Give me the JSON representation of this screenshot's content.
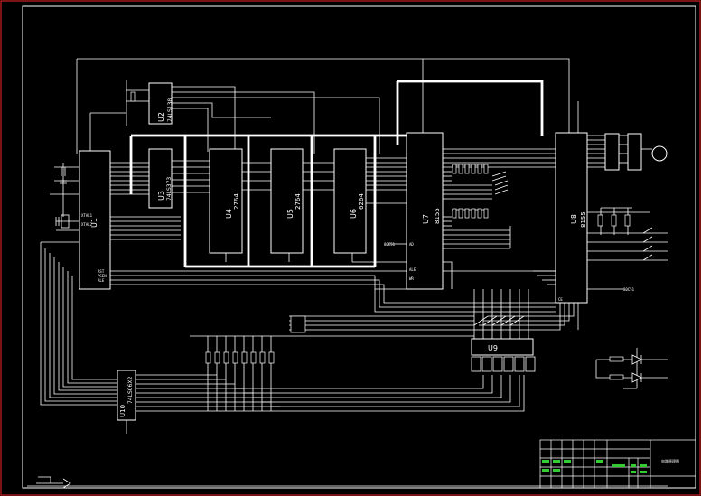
{
  "colors": {
    "background": "#000000",
    "wire": "#ffffff",
    "border": "#cc2222",
    "title_block": "#33cc33",
    "note_text": "#ffffff"
  },
  "chips": {
    "u1": {
      "name": "U1",
      "part": ""
    },
    "u2": {
      "name": "U2",
      "part": "74LS138"
    },
    "u3": {
      "name": "U3",
      "part": "74LS373"
    },
    "u4": {
      "name": "U4",
      "part": "2764"
    },
    "u5": {
      "name": "U5",
      "part": "2764"
    },
    "u6": {
      "name": "U6",
      "part": "6264"
    },
    "u7": {
      "name": "U7",
      "part": "8155"
    },
    "u8": {
      "name": "U8",
      "part": "8155"
    },
    "u9": {
      "name": "U9",
      "part": ""
    },
    "u10": {
      "name": "U10",
      "part": "74LS06X2"
    }
  },
  "labels": {
    "u1_xtal1": "XTAL1",
    "u1_xtal2": "XTAL2",
    "u1_rst": "RST",
    "u1_psen": "PSEN",
    "u1_ale": "ALE",
    "u7_ad": "AD",
    "u7_ale": "ALE",
    "u7_wr": "WR",
    "u8_ce": "CE",
    "ref_a": "80C51",
    "ref_b": "80C51"
  },
  "title_block": {
    "drawing_title": "电路原理图"
  }
}
